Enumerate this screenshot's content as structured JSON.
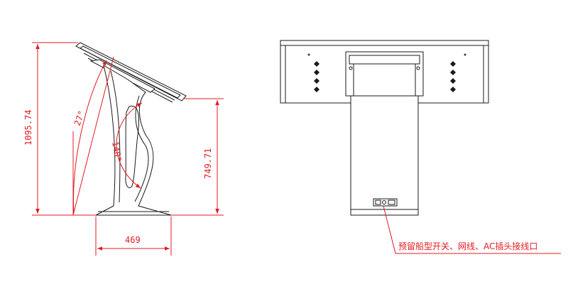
{
  "colors": {
    "dimension": "#e31b23",
    "outline": "#1a1a1a",
    "background": "#ffffff"
  },
  "side_view": {
    "dim_total_height": "1095.74",
    "dim_table_height": "749.71",
    "dim_base_width": "469",
    "angle_tilt": "27°",
    "angle_column": "140°"
  },
  "front_view": {
    "port_callout": "预留船型开关、网线、AC插头接线口"
  }
}
